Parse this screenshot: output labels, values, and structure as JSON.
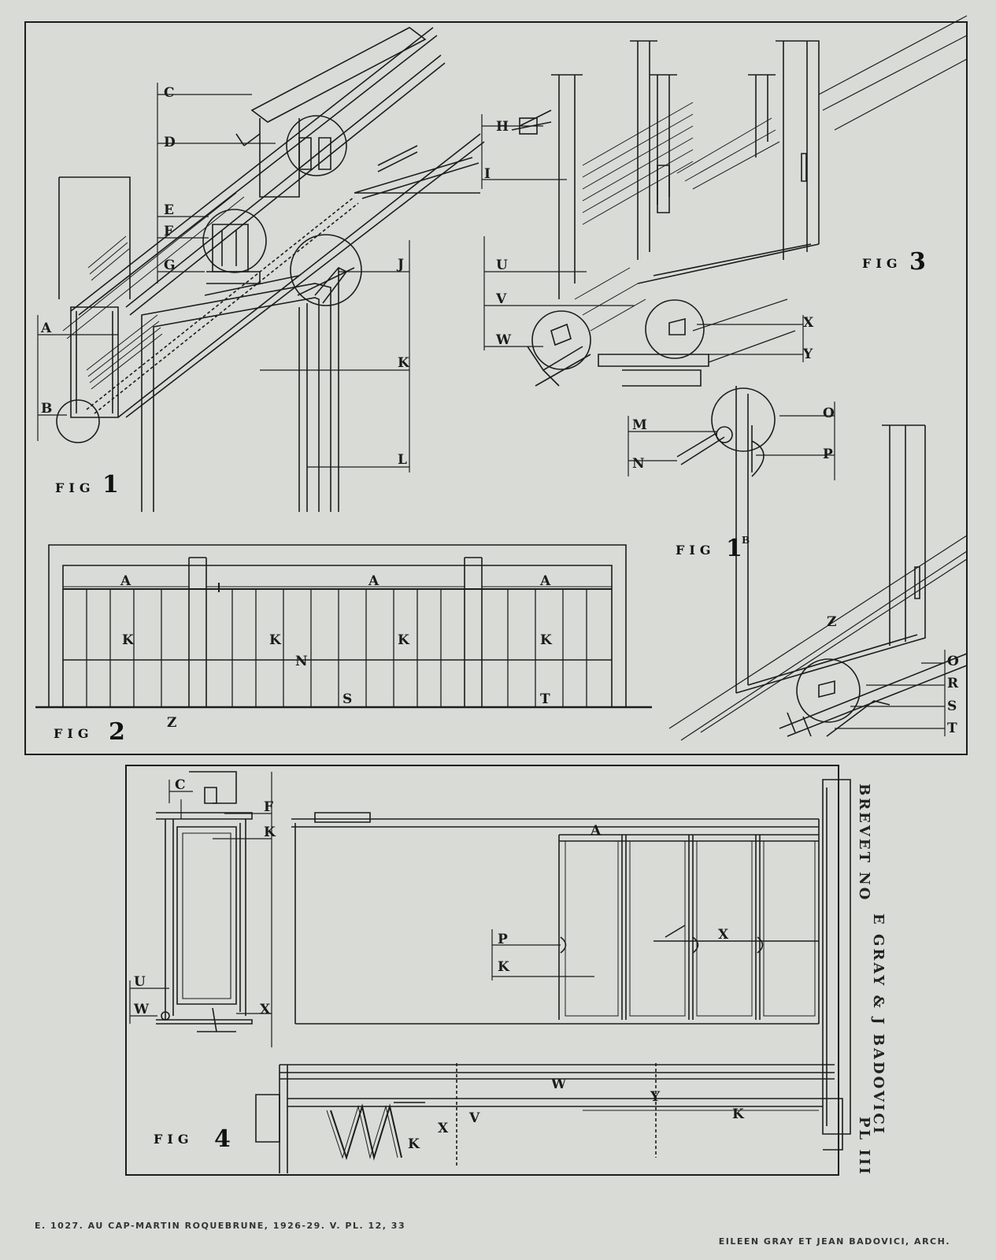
{
  "figures": {
    "fig1": {
      "word": "FIG",
      "num": "1"
    },
    "fig1b": {
      "word": "FIG",
      "num": "1",
      "suffix": "B"
    },
    "fig2": {
      "word": "FIG",
      "num": "2"
    },
    "fig3": {
      "word": "FIG",
      "num": "3"
    },
    "fig4": {
      "word": "FIG",
      "num": "4"
    }
  },
  "labels": {
    "fig1": [
      "C",
      "D",
      "E",
      "F",
      "G",
      "A",
      "B",
      "J",
      "K",
      "L"
    ],
    "fig3": [
      "H",
      "I",
      "U",
      "V",
      "W",
      "X",
      "Y"
    ],
    "fig1b": [
      "M",
      "N",
      "O",
      "P",
      "Z",
      "O",
      "R",
      "S",
      "T"
    ],
    "fig2": [
      "A",
      "A",
      "A",
      "K",
      "K",
      "K",
      "K",
      "N",
      "S",
      "T",
      "Z"
    ],
    "fig4_section": [
      "C",
      "F",
      "K",
      "U",
      "W",
      "X"
    ],
    "fig4_elevation": [
      "A",
      "P",
      "K",
      "X"
    ],
    "fig4_plan": [
      "W",
      "Y",
      "X",
      "V",
      "K",
      "K"
    ]
  },
  "stencils": {
    "brevet": "BREVET NO",
    "authors": "E GRAY & J BADOVICI",
    "plate": "PL III"
  },
  "captions": {
    "left": "E. 1027. AU CAP-MARTIN ROQUEBRUNE, 1926-29. V. PL. 12, 33",
    "right": "EILEEN GRAY ET JEAN BADOVICI, ARCH."
  },
  "colors": {
    "paper": "#d9dbd7",
    "ink": "#1a1a1a"
  }
}
